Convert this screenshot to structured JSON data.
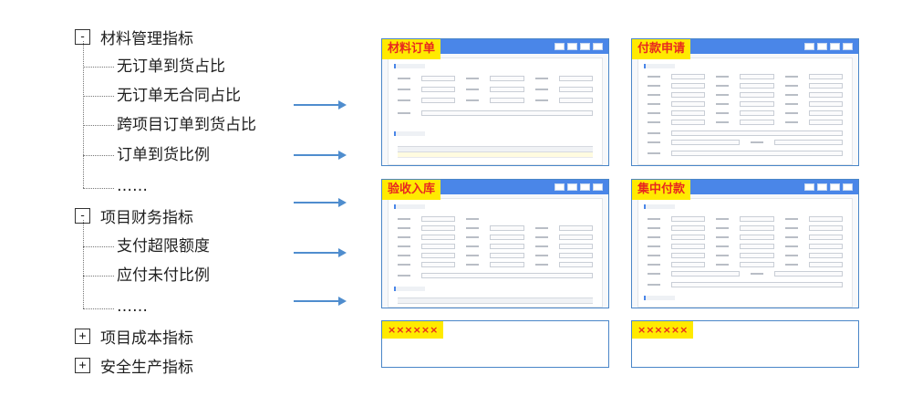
{
  "tree": {
    "groups": [
      {
        "toggle": "-",
        "label": "材料管理指标",
        "children": [
          "无订单到货占比",
          "无订单无合同占比",
          "跨项目订单到货占比",
          "订单到货比例",
          "……"
        ]
      },
      {
        "toggle": "-",
        "label": "项目财务指标",
        "children": [
          "支付超限额度",
          "应付未付比例",
          "……"
        ]
      },
      {
        "toggle": "+",
        "label": "项目成本指标"
      },
      {
        "toggle": "+",
        "label": "安全生产指标"
      }
    ]
  },
  "panels": [
    {
      "tag": "材料订单"
    },
    {
      "tag": "付款申请"
    },
    {
      "tag": "验收入库"
    },
    {
      "tag": "集中付款"
    },
    {
      "tag": "××××××"
    },
    {
      "tag": "××××××"
    }
  ],
  "colors": {
    "arrow": "#4f8dce",
    "panel_border": "#4a86c8",
    "tag_bg": "#ffea00",
    "tag_text": "#e8281f"
  }
}
